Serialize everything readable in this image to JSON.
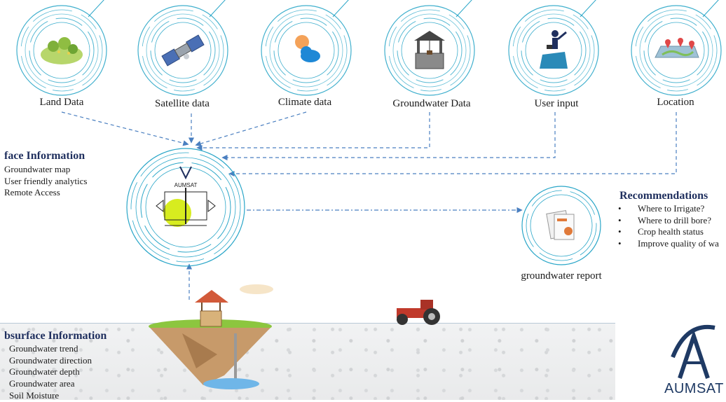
{
  "sources": [
    {
      "label": "Land Data",
      "icon": "land-icon"
    },
    {
      "label": "Satellite data",
      "icon": "satellite-icon"
    },
    {
      "label": "Climate data",
      "icon": "climate-icon"
    },
    {
      "label": "Groundwater Data",
      "icon": "well-icon"
    },
    {
      "label": "User input",
      "icon": "user-icon"
    },
    {
      "label": "Location",
      "icon": "map-icon"
    }
  ],
  "interface": {
    "title": "face Information",
    "items": [
      "Groundwater map",
      "User friendly analytics",
      "Remote Access"
    ]
  },
  "center": {
    "logo_text": "AUMSAT",
    "icon": "aumsat-process-icon"
  },
  "report": {
    "label": "groundwater report",
    "icon": "report-icon"
  },
  "recommendations": {
    "title": "Recommendations",
    "items": [
      "Where to Irrigate?",
      "Where to drill bore?",
      "Crop health status",
      "Improve quality of wa"
    ]
  },
  "subsurface": {
    "title": "bsurface Information",
    "items": [
      "Groundwater trend",
      "Groundwater direction",
      "Groundwater depth",
      "Groundwater area",
      "Soil Moisture"
    ]
  },
  "brand": {
    "logo_text": "AUMSAT"
  },
  "colors": {
    "accent": "#2aa6c8",
    "arrow": "#4a7fc0",
    "title": "#1f2f5e"
  }
}
